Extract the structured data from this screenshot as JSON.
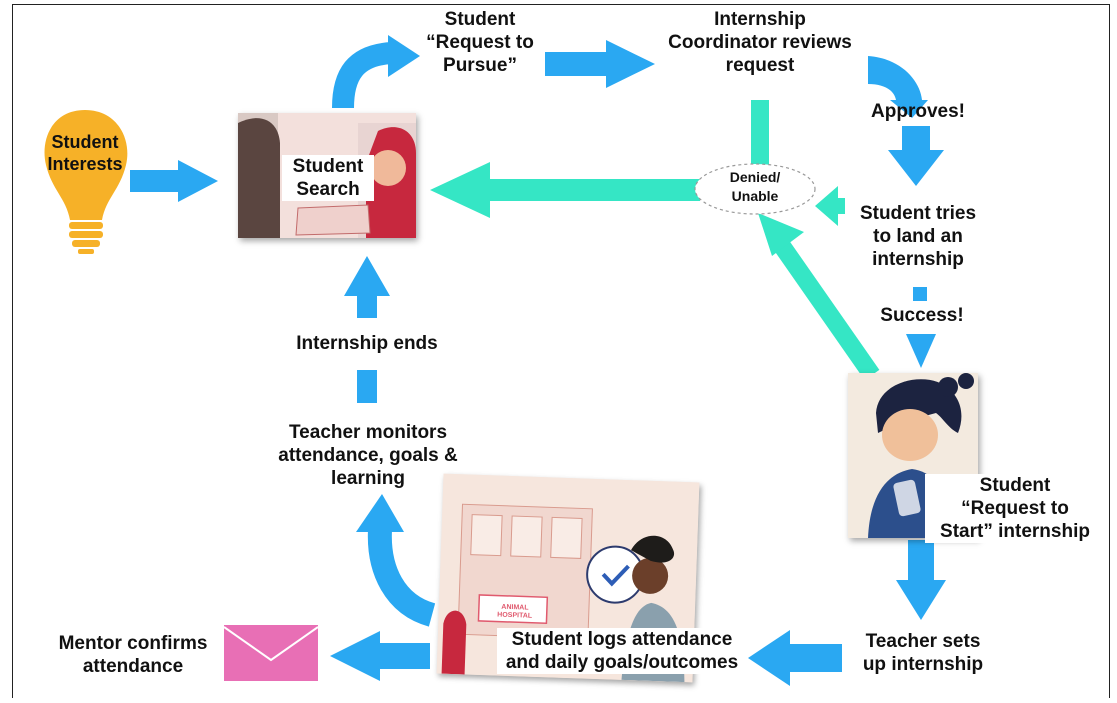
{
  "nodes": {
    "student_interests": "Student\nInterests",
    "student_search": "Student\nSearch",
    "request_to_pursue": "Student\n“Request to\nPursue”",
    "coordinator_reviews": "Internship\nCoordinator reviews\nrequest",
    "approves": "Approves!",
    "denied_unable": "Denied/\nUnable",
    "student_tries": "Student tries\nto land an\ninternship",
    "success": "Success!",
    "request_to_start": "Student\n“Request to\nStart” internship",
    "teacher_sets_up": "Teacher sets\nup internship",
    "student_logs": "Student logs attendance\nand daily goals/outcomes",
    "mentor_confirms": "Mentor confirms\nattendance",
    "teacher_monitors": "Teacher monitors\nattendance, goals &\nlearning",
    "internship_ends": "Internship ends"
  },
  "illustration_text": {
    "hospital_sign": "ANIMAL\nHOSPITAL"
  },
  "colors": {
    "flow_arrow": "#2aa8f2",
    "denied_arrow": "#35e6c5",
    "bulb": "#f6b128",
    "envelope": "#e86fb5"
  },
  "icons": [
    "lightbulb-icon",
    "envelope-icon"
  ]
}
